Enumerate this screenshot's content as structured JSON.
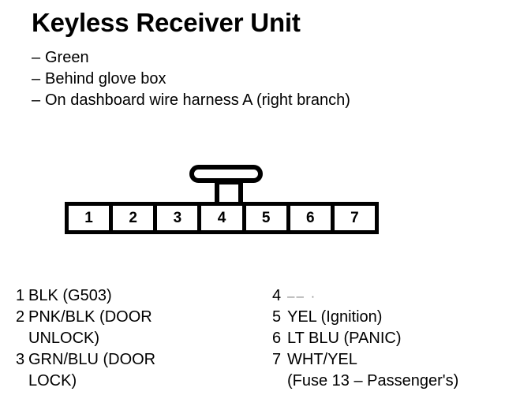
{
  "page": {
    "title": "Keyless Receiver Unit",
    "background_color": "#ffffff",
    "ink_color": "#000000"
  },
  "notes": {
    "dash": "–",
    "items": [
      "Green",
      "Behind glove box",
      "On dashboard wire harness A (right branch)"
    ]
  },
  "connector": {
    "pin_count": 7,
    "pins": [
      "1",
      "2",
      "3",
      "4",
      "5",
      "6",
      "7"
    ],
    "lock_tab_over_pin": "4"
  },
  "legend": {
    "left": [
      {
        "pin": "1",
        "label": "BLK (G503)"
      },
      {
        "pin": "2",
        "label": "PNK/BLK (DOOR\nUNLOCK)"
      },
      {
        "pin": "3",
        "label": "GRN/BLU (DOOR\nLOCK)"
      }
    ],
    "right": [
      {
        "pin": "4",
        "label": "–– ·",
        "faint": true
      },
      {
        "pin": "5",
        "label": "YEL (Ignition)"
      },
      {
        "pin": "6",
        "label": "LT BLU (PANIC)"
      },
      {
        "pin": "7",
        "label": "WHT/YEL\n  (Fuse 13 – Passenger's)"
      }
    ]
  }
}
